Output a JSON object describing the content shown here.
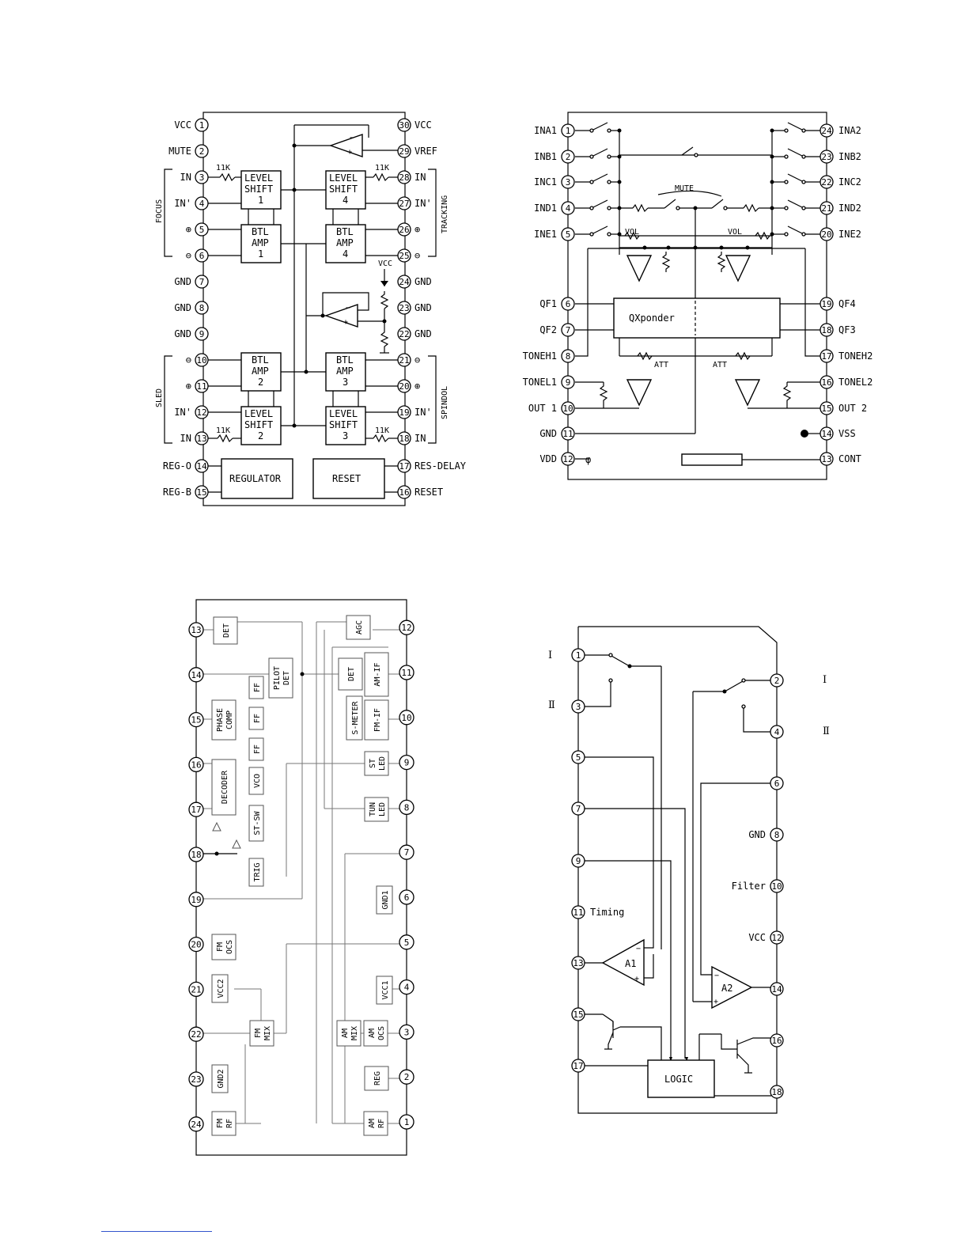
{
  "diagram1": {
    "pins_left": [
      "VCC",
      "MUTE",
      "IN",
      "IN'",
      "⊕",
      "⊖",
      "GND",
      "GND",
      "GND",
      "⊖",
      "⊕",
      "IN'",
      "IN",
      "REG-O",
      "REG-B"
    ],
    "pins_right": [
      "VCC",
      "VREF",
      "IN",
      "IN'",
      "⊕",
      "⊖",
      "GND",
      "GND",
      "GND",
      "⊖",
      "⊕",
      "IN'",
      "IN",
      "RES-DELAY",
      "RESET"
    ],
    "blocks": [
      "LEVEL SHIFT 1",
      "BTL AMP 1",
      "LEVEL SHIFT 4",
      "BTL AMP 4",
      "BTL AMP 2",
      "LEVEL SHIFT 2",
      "BTL AMP 3",
      "LEVEL SHIFT 3",
      "REGULATOR",
      "RESET"
    ],
    "groups": [
      "FOCUS",
      "TRACKING",
      "SLED",
      "SPINDOL"
    ],
    "resistors": [
      "11K",
      "11K",
      "11K",
      "11K"
    ],
    "vcc_label": "VCC"
  },
  "diagram2": {
    "pins_left": [
      "INA1",
      "INB1",
      "INC1",
      "IND1",
      "INE1",
      "QF1",
      "QF2",
      "TONEH1",
      "TONEL1",
      "OUT 1",
      "GND",
      "VDD"
    ],
    "pins_right": [
      "INA2",
      "INB2",
      "INC2",
      "IND2",
      "INE2",
      "QF4",
      "QF3",
      "TONEH2",
      "TONEL2",
      "OUT 2",
      "VSS",
      "CONT"
    ],
    "labels": [
      "MUTE",
      "VOL",
      "VOL",
      "QXponder",
      "ATT",
      "ATT"
    ]
  },
  "diagram3": {
    "blocks": [
      "DET",
      "PILOT DET",
      "DET",
      "AM-IF",
      "AGC",
      "FF",
      "FF",
      "FF",
      "PHASE COMP",
      "VCO",
      "DECODER",
      "ST-SW",
      "TRIG",
      "S-METER",
      "FM-IF",
      "ST LED",
      "TUN LED",
      "GND1",
      "VCC1",
      "FM OCS",
      "VCC2",
      "FM MIX",
      "AM MIX",
      "AM OCS",
      "GND2",
      "REG",
      "FM RF",
      "AM RF"
    ]
  },
  "diagram4": {
    "left_labels": [
      "Ⅰ",
      "Ⅱ"
    ],
    "right_labels": [
      "Ⅰ",
      "Ⅱ"
    ],
    "pin_labels": [
      "GND",
      "Filter",
      "VCC",
      "Timing"
    ],
    "blocks": [
      "A1",
      "A2",
      "LOGIC"
    ]
  }
}
